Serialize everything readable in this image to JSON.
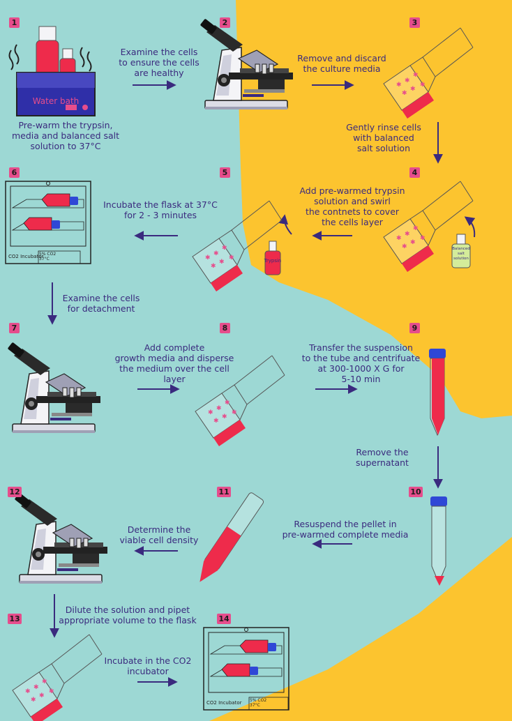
{
  "colors": {
    "teal_background": "#9dd8d4",
    "yellow_background": "#fcc42f",
    "arrow": "#3a2a7e",
    "label_text": "#3a2a7e",
    "step_badge": "#e64d8c",
    "media_red": "#ee2b4b",
    "cap_blue": "#2f47d6"
  },
  "steps": [
    {
      "number": "1",
      "text": "Pre-warm the trypsin,\nmedia and balanced salt\nsolution to 37°C"
    },
    {
      "number": "2",
      "text": "Examine the cells\nto ensure the cells\nare healthy"
    },
    {
      "number": "3",
      "text": "Remove and discard\nthe culture media"
    },
    {
      "number": "4",
      "text": "Gently rinse cells\nwith balanced\nsalt solution"
    },
    {
      "number": "5",
      "text": "Add pre-warmed trypsin\nsolution and swirl\nthe contnets to cover\nthe cells layer"
    },
    {
      "number": "6",
      "text": "Incubate the flask  at 37°C\nfor 2 - 3 minutes"
    },
    {
      "number": "7",
      "text": "Examine the cells\nfor detachment"
    },
    {
      "number": "8",
      "text": "Add complete\ngrowth media and disperse\nthe medium over the cell\nlayer"
    },
    {
      "number": "9",
      "text": "Transfer the suspension\nto the tube and centrifuate\nat 300-1000 X G for\n5-10 min"
    },
    {
      "number": "10",
      "text": "Remove the\nsupernatant"
    },
    {
      "number": "11",
      "text": "Resuspend the pellet in\npre-warmed complete media"
    },
    {
      "number": "12",
      "text": "Determine the\nviable cell density"
    },
    {
      "number": "13",
      "text": "Dilute the solution  and pipet\nappropriate volume to the flask"
    },
    {
      "number": "14",
      "text": "Incubate in the CO2\nincubator"
    }
  ],
  "labels": {
    "water_bath": "Water bath",
    "trypsin_bottle": "Trypsin",
    "balanced_salt_bottle": "Balanced\nsalt\nsolution",
    "incubator_name": "CO2 Incubator",
    "incubator_display": "5% CO2\n37°C"
  },
  "icons": {
    "arrow": "arrow-icon",
    "curved_arrow": "curved-arrow-icon",
    "microscope": "microscope-icon",
    "flask": "culture-flask-icon",
    "tube": "centrifuge-tube-icon",
    "incubator": "incubator-icon",
    "water_bath": "water-bath-icon",
    "bottle": "bottle-icon"
  }
}
